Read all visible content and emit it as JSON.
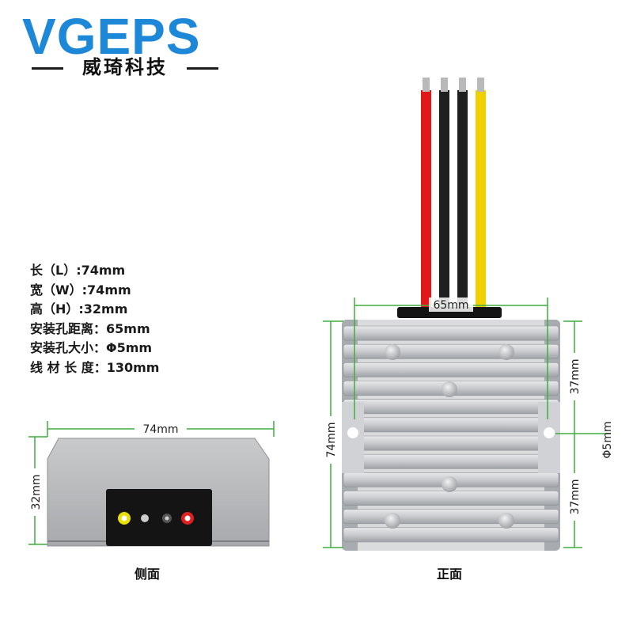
{
  "brand": {
    "name": "VGEPS",
    "subtitle": "威琦科技",
    "color": "#1e88d8"
  },
  "specs": [
    "长（L）:74mm",
    "宽（W）:74mm",
    "高（H）:32mm",
    "安装孔距离：65mm",
    "安装孔大小：Φ5mm",
    "线 材 长 度：130mm"
  ],
  "side_view": {
    "caption": "侧面",
    "width_label": "74mm",
    "height_label": "32mm",
    "terminal_colors": [
      "#e8e000",
      "#cccccc",
      "#444444",
      "#e02020"
    ]
  },
  "front_view": {
    "caption": "正面",
    "hole_distance_label": "65mm",
    "height_label": "74mm",
    "upper_label": "37mm",
    "lower_label": "37mm",
    "hole_size_label": "Φ5mm",
    "wire_colors": [
      "#e01818",
      "#222222",
      "#222222",
      "#f0d000"
    ]
  }
}
